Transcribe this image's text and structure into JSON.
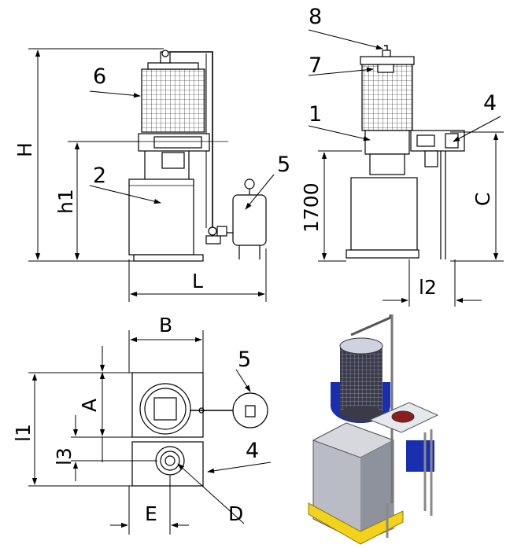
{
  "figure": {
    "callouts": {
      "c1": "1",
      "c2": "2",
      "c4a": "4",
      "c4b": "4",
      "c5a": "5",
      "c5b": "5",
      "c6": "6",
      "c7": "7",
      "c8": "8"
    },
    "dimensions": {
      "H": "H",
      "h1": "h1",
      "L": "L",
      "height_1700": "1700",
      "C": "C",
      "l2": "l2",
      "B": "B",
      "A": "A",
      "l1": "l1",
      "l3": "l3",
      "E": "E",
      "D": "D"
    },
    "colors": {
      "line": "#000000",
      "blower_blue": "#1a2fb0",
      "grey_body": "#b9bcc4",
      "yellow_pallet": "#f2d21b"
    }
  }
}
